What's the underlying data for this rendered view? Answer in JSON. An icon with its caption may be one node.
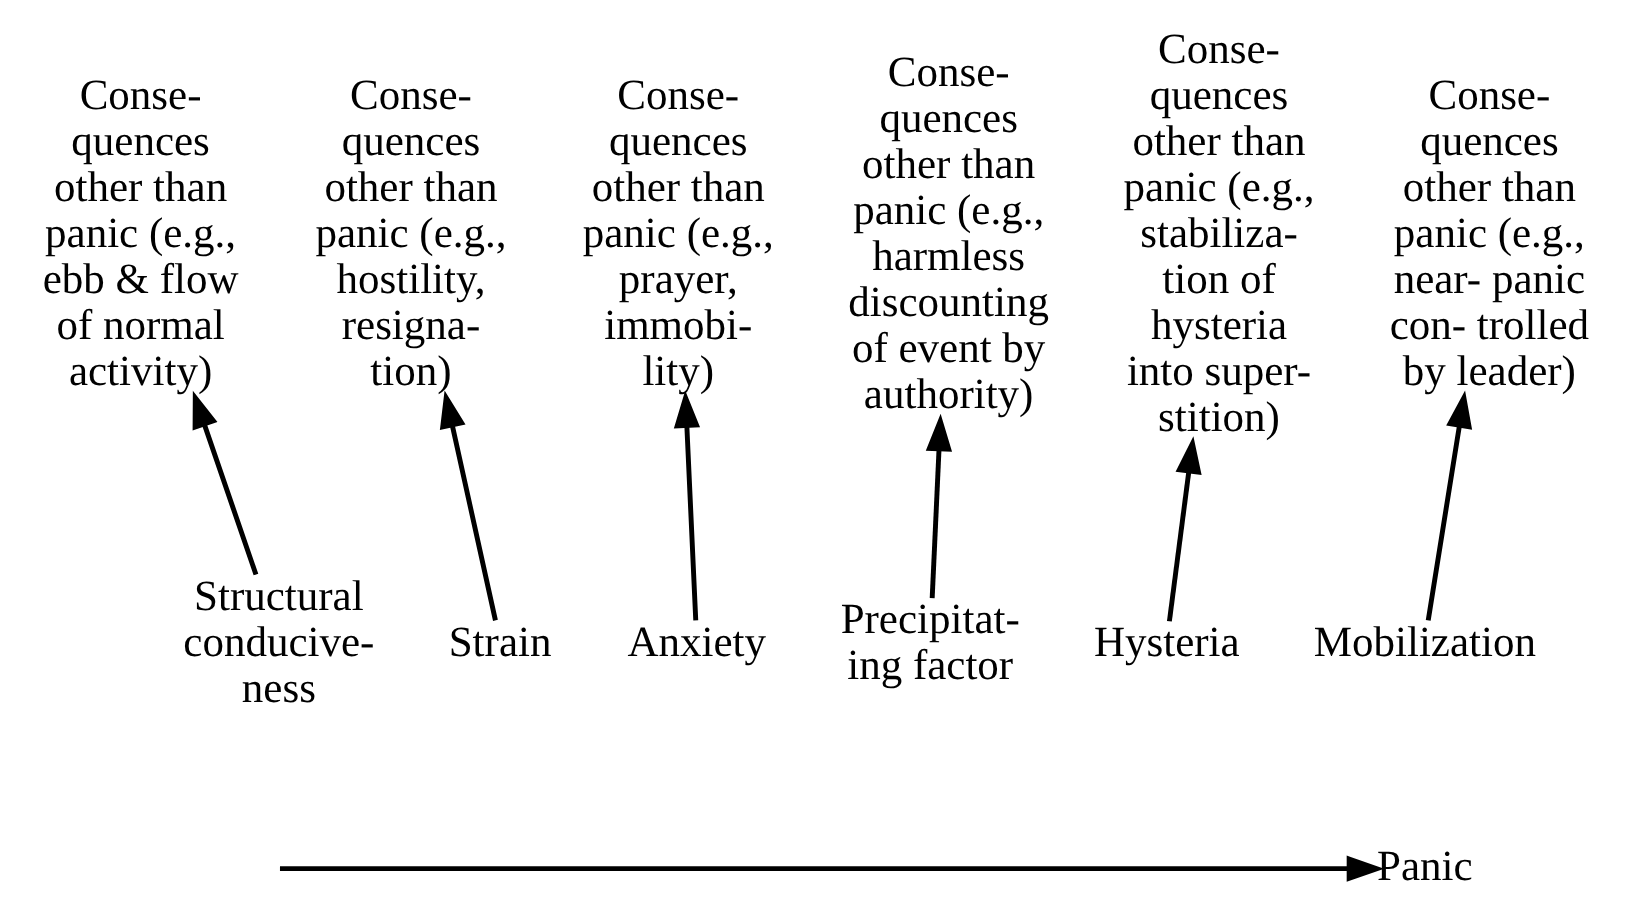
{
  "diagram": {
    "nodes": [
      {
        "text": [
          "Conse- quences other than panic (e.g., ebb & flow of normal activity)"
        ]
      },
      {
        "text": [
          "Conse- quences other than panic (e.g., hostility, resigna- tion)"
        ]
      },
      {
        "text": [
          "Conse- quences other than panic (e.g., prayer, immobi- lity)"
        ]
      },
      {
        "text": [
          "Conse- quences other than panic (e.g., harmless discounting of event by authority)"
        ]
      },
      {
        "text": [
          "Conse- quences other than panic (e.g., stabiliza- tion of hysteria into super- stition)"
        ]
      },
      {
        "text": [
          "Conse- quences other than panic (e.g., near- panic con- trolled by leader)"
        ]
      },
      {
        "text": [
          "Structural conducive- ness"
        ]
      },
      {
        "text": [
          "Strain"
        ]
      },
      {
        "text": [
          "Anxiety"
        ]
      },
      {
        "text": [
          "Precipitat- ing factor"
        ]
      },
      {
        "text": [
          "Hysteria"
        ]
      },
      {
        "text": [
          "Mobilization"
        ]
      },
      {
        "text": [
          "Panic"
        ]
      }
    ],
    "edges": [
      {
        "from": 6,
        "to": 0,
        "arrow": "to"
      },
      {
        "from": 7,
        "to": 1,
        "arrow": "to"
      },
      {
        "from": 8,
        "to": 2,
        "arrow": "to"
      },
      {
        "from": 9,
        "to": 3,
        "arrow": "to"
      },
      {
        "from": 10,
        "to": 4,
        "arrow": "to"
      },
      {
        "from": 11,
        "to": 5,
        "arrow": "to"
      },
      {
        "from": null,
        "to": 12,
        "arrow": "to"
      }
    ]
  }
}
